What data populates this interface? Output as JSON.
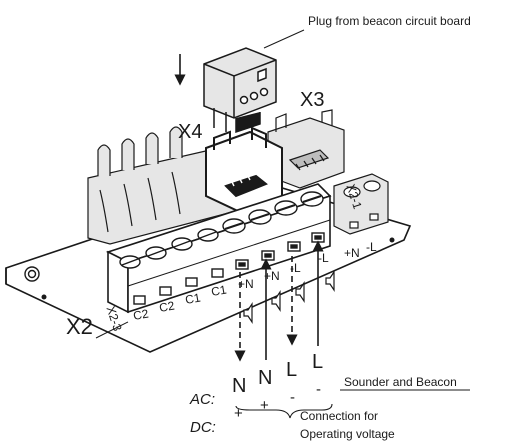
{
  "callouts": {
    "plug": "Plug from beacon circuit board",
    "sounder_beacon": "Sounder and Beacon",
    "connection_line1": "Connection for",
    "connection_line2": "Operating voltage"
  },
  "connectors": {
    "x2": "X2",
    "x3": "X3",
    "x4": "X4",
    "x2_3": "X2-3",
    "x2_1": "X2-1"
  },
  "terminal_labels": {
    "c2_a": "C2",
    "c2_b": "C2",
    "c1_a": "C1",
    "c1_b": "C1",
    "plus_n_a": "+N",
    "plus_n_b": "+N",
    "minus_l_a": "-L",
    "minus_l_b": "-L",
    "x2_1_plus_n": "+N",
    "x2_1_minus_l": "-L"
  },
  "wiring": {
    "ac_label": "AC:",
    "dc_label": "DC:",
    "ac_values": [
      "N",
      "N",
      "L",
      "L"
    ],
    "dc_values": [
      "+",
      "+",
      "-",
      "-"
    ]
  },
  "colors": {
    "line": "#1a1a1a",
    "board_fill": "#ffffff",
    "grey_connector": "#e6e6e6",
    "grey_dark": "#bdbdbd"
  }
}
